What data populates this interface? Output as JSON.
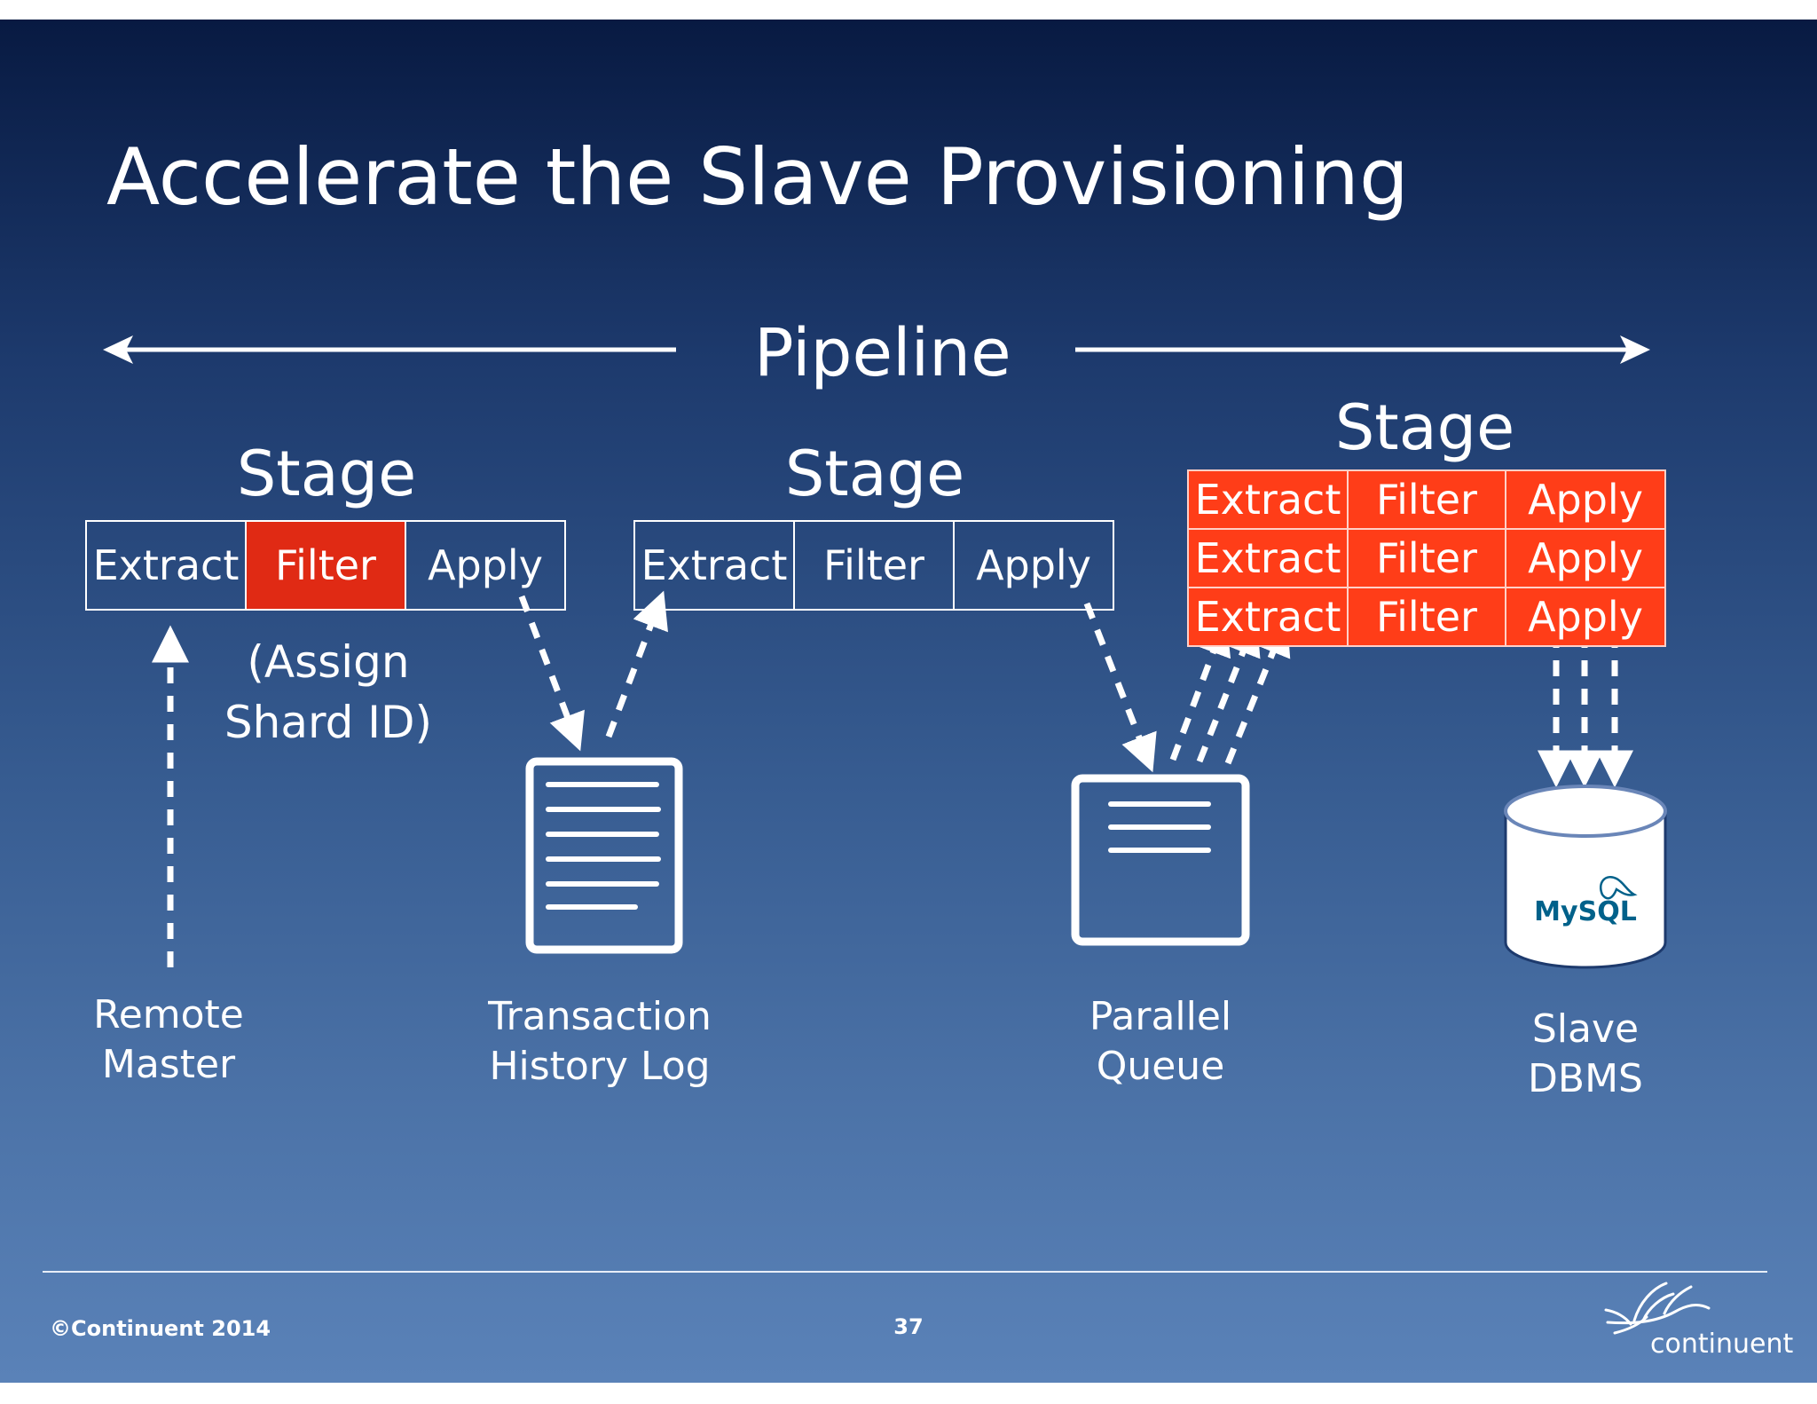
{
  "slide": {
    "title": "Accelerate the Slave Provisioning",
    "pipeline_label": "Pipeline",
    "stage1": {
      "header": "Stage",
      "cells": [
        "Extract",
        "Filter",
        "Apply"
      ],
      "note_line1": "(Assign",
      "note_line2": "Shard ID)"
    },
    "stage2": {
      "header": "Stage",
      "cells": [
        "Extract",
        "Filter",
        "Apply"
      ]
    },
    "stage3": {
      "header": "Stage",
      "rows": [
        [
          "Extract",
          "Filter",
          "Apply"
        ],
        [
          "Extract",
          "Filter",
          "Apply"
        ],
        [
          "Extract",
          "Filter",
          "Apply"
        ]
      ]
    },
    "nodes": {
      "remote_master": [
        "Remote",
        "Master"
      ],
      "transaction_log": [
        "Transaction",
        "History Log"
      ],
      "parallel_queue": [
        "Parallel",
        "Queue"
      ],
      "slave_dbms": [
        "Slave",
        "DBMS"
      ]
    },
    "mysql_logo_text": "MySQL",
    "colors": {
      "highlight_filter": "#e02a14",
      "parallel_stage": "#ff3d18",
      "mysql_blue": "#00618a",
      "mysql_orange": "#e48e00"
    },
    "footer": {
      "copyright": "©Continuent 2014",
      "page_number": "37",
      "logo_text": "continuent"
    }
  }
}
